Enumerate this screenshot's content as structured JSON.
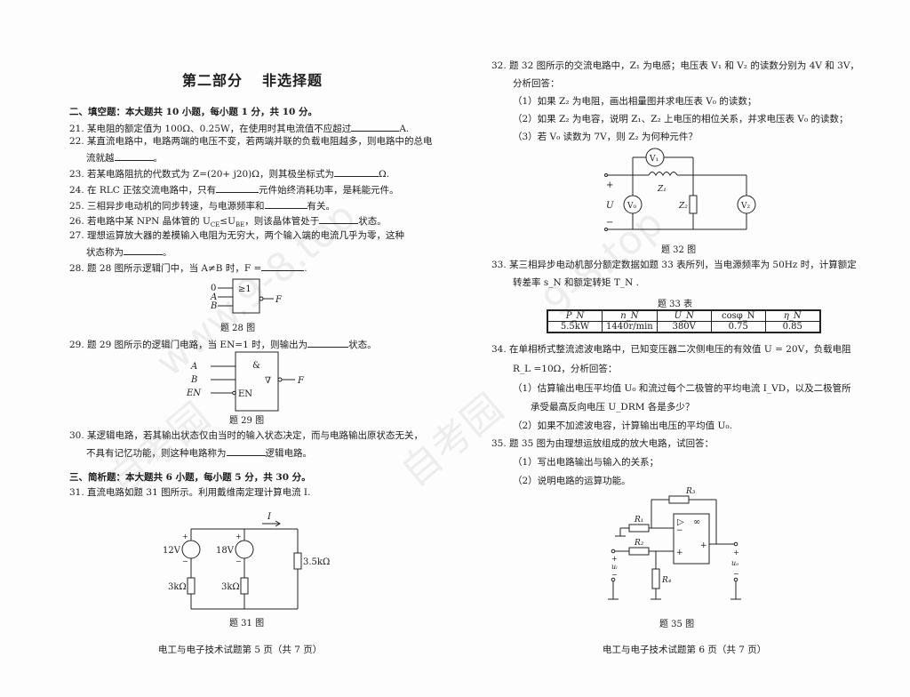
{
  "watermarks": [
    "www.9-8.top",
    "自考园",
    "9-8.top",
    "自考园"
  ],
  "left_page": {
    "title_part1": "第二部分",
    "title_part2": "非选择题",
    "section2_header": "二、填空题：本大题共 10 小题，每小题 1 分，共 10 分。",
    "q21": {
      "num": "21.",
      "pre": "某电阻的额定值为 100Ω、0.25W，在使用时其电流值不应超过",
      "post": "A."
    },
    "q22": {
      "num": "22.",
      "line1": "某直流电路中，电路两端的电压不变，若两端并联的负载电阻越多，则电路中的总电",
      "line2_pre": "流就越",
      "line2_post": "。"
    },
    "q23": {
      "num": "23.",
      "pre": "若某电路阻抗的代数式为 Z=(20+ j20)Ω，则其极坐标式为",
      "post": "Ω."
    },
    "q24": {
      "num": "24.",
      "pre": "在 RLC 正弦交流电路中，只有",
      "post": "元件始终消耗功率，是耗能元件。"
    },
    "q25": {
      "num": "25.",
      "pre": "三相异步电动机的同步转速，与电源频率和",
      "post": "有关。"
    },
    "q26": {
      "num": "26.",
      "pre": "若电路中某 NPN 晶体管的 U",
      "sub1": "CE",
      "mid": "≤U",
      "sub2": "BE",
      "mid2": "，则该晶体管处于",
      "post": "状态。"
    },
    "q27": {
      "num": "27.",
      "line1": "理想运算放大器的差模输入电阻为无穷大，两个输入端的电流几乎为零，这种",
      "line2_pre": "状态称为",
      "line2_post": "。"
    },
    "q28": {
      "num": "28.",
      "pre": "题 28 图所示逻辑门中，当 A≠B 时，F =",
      "post": "."
    },
    "fig28": {
      "caption": "题 28 图",
      "gate_symbol": "≥1",
      "inputs": [
        "0",
        "A",
        "B"
      ],
      "output": "F"
    },
    "q29": {
      "num": "29.",
      "pre": "题 29 图所示的逻辑门电路，当 EN=1 时，则输出为",
      "post": "状态。"
    },
    "fig29": {
      "caption": "题 29 图",
      "gate_symbol": "&",
      "tri_symbol": "∇",
      "en_label": "EN",
      "inputs": [
        "A",
        "B",
        "EN"
      ],
      "output": "F"
    },
    "q30": {
      "num": "30.",
      "line1": "某逻辑电路，若其输出状态仅由当时的输入状态决定，而与电路输出原状态无关，",
      "line2_pre": "不具有记忆功能，则这种电路称为",
      "line2_post": "逻辑电路。"
    },
    "section3_header": "三、简析题：本大题共 6 小题，每小题 5 分，共 30 分。",
    "q31": {
      "num": "31.",
      "text": "直流电路如题 31 图所示。利用戴维南定理计算电流 I."
    },
    "fig31": {
      "caption": "题 31 图",
      "current": "I",
      "source1": "12V",
      "source2": "18V",
      "r1": "3kΩ",
      "r2": "3kΩ",
      "r3": "3.5kΩ",
      "plus": "+",
      "minus": "−"
    },
    "footer": "电工与电子技术试题第 5 页（共 7 页）"
  },
  "right_page": {
    "q32": {
      "num": "32.",
      "line1": "题 32 图所示的交流电路中，Z₁ 为电感；电压表 V₁ 和 V₂ 的读数分别为 4V 和 3V，",
      "line2": "分析回答：",
      "sub1": "（1）如果 Z₂ 为电阻，画出相量图并求电压表 V₀ 的读数；",
      "sub2": "（2）如果 Z₂ 为电容，说明 Z₁、Z₂ 上电压的相位关系，并求电压表 V₀ 的读数；",
      "sub3": "（3）若 V₀ 读数为 7V，则 Z₂ 为何种元件？"
    },
    "fig32": {
      "caption": "题 32 图",
      "v1": "V₁",
      "v0": "V₀",
      "v2": "V₂",
      "z1": "Z₁",
      "z2": "Z₂",
      "u": "U",
      "plus": "+",
      "minus": "−"
    },
    "q33": {
      "num": "33.",
      "line1": "某三相异步电动机部分额定数据如题 33 表所列，当电源频率为 50Hz 时，计算额定",
      "line2": "转差率 s_N 和额定转矩 T_N ."
    },
    "table33": {
      "caption": "题 33 表",
      "headers": [
        "P_N",
        "n_N",
        "U_N",
        "cosφ_N",
        "η_N"
      ],
      "values": [
        "5.5kW",
        "1440r/min",
        "380V",
        "0.75",
        "0.85"
      ]
    },
    "q34": {
      "num": "34.",
      "line1": "在单相桥式整流滤波电路中，已知变压器二次侧电压的有效值 U = 20V，负载电阻",
      "line2": "R_L =10Ω，分析回答：",
      "sub1a": "（1）估算输出电压平均值 U₀ 和流过每个二极管的平均电流 I_VD，以及二极管所",
      "sub1b": "承受最高反向电压 U_DRM 各是多少？",
      "sub2": "（2）如果不加滤波电容，计算输出电压的平均值 U₀."
    },
    "q35": {
      "num": "35.",
      "line1": "题 35 图为由理想运放组成的放大电路，试回答：",
      "sub1": "（1）写出电路输出与输入的关系；",
      "sub2": "（2）说明电路的运算功能。"
    },
    "fig35": {
      "caption": "题 35 图",
      "r1": "R₁",
      "r2": "R₂",
      "r3": "R₃",
      "r4": "R₄",
      "ui": "uᵢ",
      "uo": "uₒ",
      "amp": "▷",
      "inf": "∞",
      "plus": "+",
      "minus": "−"
    },
    "footer": "电工与电子技术试题第 6 页（共 7 页）"
  }
}
